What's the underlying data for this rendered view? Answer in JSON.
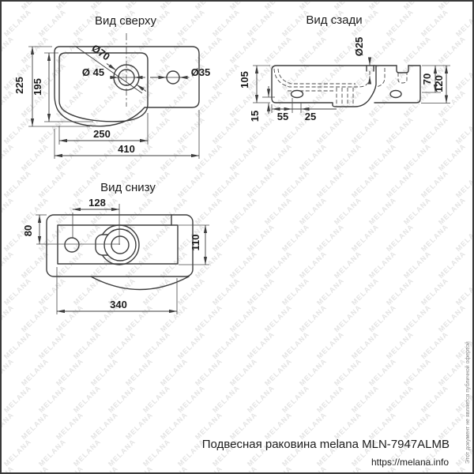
{
  "titles": {
    "top_view": "Вид сверху",
    "back_view": "Вид сзади",
    "bottom_view": "Вид снизу"
  },
  "top_view": {
    "d225": "225",
    "d195": "195",
    "d250": "250",
    "d410": "410",
    "dia70": "Ø70",
    "dia45": "Ø 45",
    "dia35": "Ø35"
  },
  "back_view": {
    "d105": "105",
    "dia25": "Ø25",
    "d70": "70",
    "d120": "120",
    "d15": "15",
    "d55": "55",
    "d25": "25"
  },
  "bottom_view": {
    "d128": "128",
    "d80": "80",
    "d110": "110",
    "d340": "340"
  },
  "footer": {
    "caption": "Подвесная раковина melana MLN-7947ALMB",
    "url": "https://melana.info"
  },
  "side_note": "Этот документ не является публичной офертой",
  "watermark": {
    "text": "MELANA",
    "color": "#e4e4e4"
  },
  "colors": {
    "line": "#3d3d3d",
    "text": "#1c1c1c",
    "border": "#393939"
  }
}
